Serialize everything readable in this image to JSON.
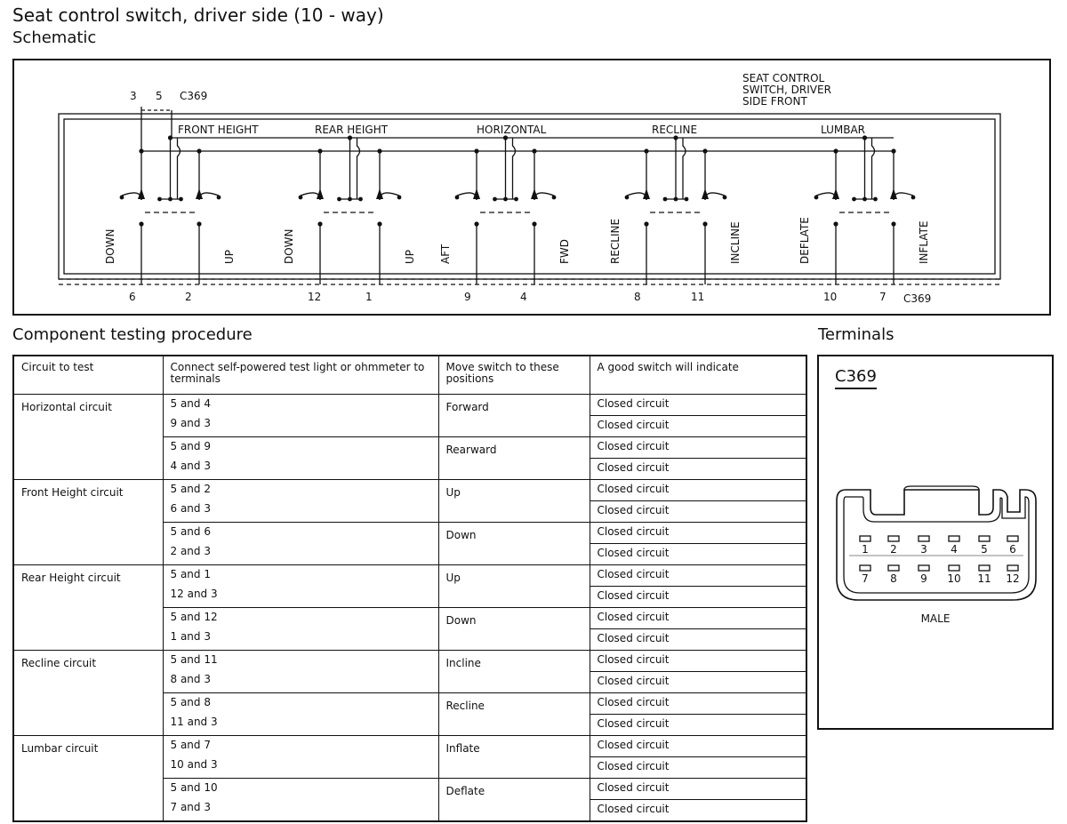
{
  "header": {
    "title": "Seat control switch, driver side (10 - way)",
    "subtitle": "Schematic"
  },
  "schematic": {
    "component_label": [
      "SEAT CONTROL",
      "SWITCH, DRIVER",
      "SIDE FRONT"
    ],
    "connector_name": "C369",
    "top_pins": [
      "3",
      "5"
    ],
    "groups": [
      {
        "name": "FRONT HEIGHT",
        "left_label": "DOWN",
        "right_label": "UP",
        "left_pin": "6",
        "right_pin": "2"
      },
      {
        "name": "REAR HEIGHT",
        "left_label": "DOWN",
        "right_label": "UP",
        "left_pin": "12",
        "right_pin": "1"
      },
      {
        "name": "HORIZONTAL",
        "left_label": "AFT",
        "right_label": "FWD",
        "left_pin": "9",
        "right_pin": "4"
      },
      {
        "name": "RECLINE",
        "left_label": "RECLINE",
        "right_label": "INCLINE",
        "left_pin": "8",
        "right_pin": "11"
      },
      {
        "name": "LUMBAR",
        "left_label": "DEFLATE",
        "right_label": "INFLATE",
        "left_pin": "10",
        "right_pin": "7"
      }
    ]
  },
  "procedure": {
    "title": "Component testing procedure",
    "headers": [
      "Circuit to test",
      "Connect self-powered test light or ohmmeter to terminals",
      "Move switch to these positions",
      "A good switch will indicate"
    ],
    "circuits": [
      {
        "name": "Horizontal circuit",
        "tests": [
          {
            "position": "Forward",
            "terminals": [
              "5 and 4",
              "9 and 3"
            ],
            "results": [
              "Closed circuit",
              "Closed circuit"
            ]
          },
          {
            "position": "Rearward",
            "terminals": [
              "5 and 9",
              "4 and 3"
            ],
            "results": [
              "Closed circuit",
              "Closed circuit"
            ]
          }
        ]
      },
      {
        "name": "Front Height circuit",
        "tests": [
          {
            "position": "Up",
            "terminals": [
              "5 and 2",
              "6 and 3"
            ],
            "results": [
              "Closed circuit",
              "Closed circuit"
            ]
          },
          {
            "position": "Down",
            "terminals": [
              "5 and 6",
              "2 and 3"
            ],
            "results": [
              "Closed circuit",
              "Closed circuit"
            ]
          }
        ]
      },
      {
        "name": "Rear Height circuit",
        "tests": [
          {
            "position": "Up",
            "terminals": [
              "5 and 1",
              "12 and 3"
            ],
            "results": [
              "Closed circuit",
              "Closed circuit"
            ]
          },
          {
            "position": "Down",
            "terminals": [
              "5 and 12",
              "1 and 3"
            ],
            "results": [
              "Closed circuit",
              "Closed circuit"
            ]
          }
        ]
      },
      {
        "name": "Recline circuit",
        "tests": [
          {
            "position": "Incline",
            "terminals": [
              "5 and 11",
              "8 and 3"
            ],
            "results": [
              "Closed circuit",
              "Closed circuit"
            ]
          },
          {
            "position": "Recline",
            "terminals": [
              "5 and 8",
              "11 and 3"
            ],
            "results": [
              "Closed circuit",
              "Closed circuit"
            ]
          }
        ]
      },
      {
        "name": "Lumbar circuit",
        "tests": [
          {
            "position": "Inflate",
            "terminals": [
              "5 and 7",
              "10 and 3"
            ],
            "results": [
              "Closed circuit",
              "Closed circuit"
            ]
          },
          {
            "position": "Deflate",
            "terminals": [
              "5 and 10",
              "7 and 3"
            ],
            "results": [
              "Closed circuit",
              "Closed circuit"
            ]
          }
        ]
      }
    ]
  },
  "terminals": {
    "title": "Terminals",
    "connector": "C369",
    "row1": [
      "1",
      "2",
      "3",
      "4",
      "5",
      "6"
    ],
    "row2": [
      "7",
      "8",
      "9",
      "10",
      "11",
      "12"
    ],
    "gender": "MALE"
  }
}
